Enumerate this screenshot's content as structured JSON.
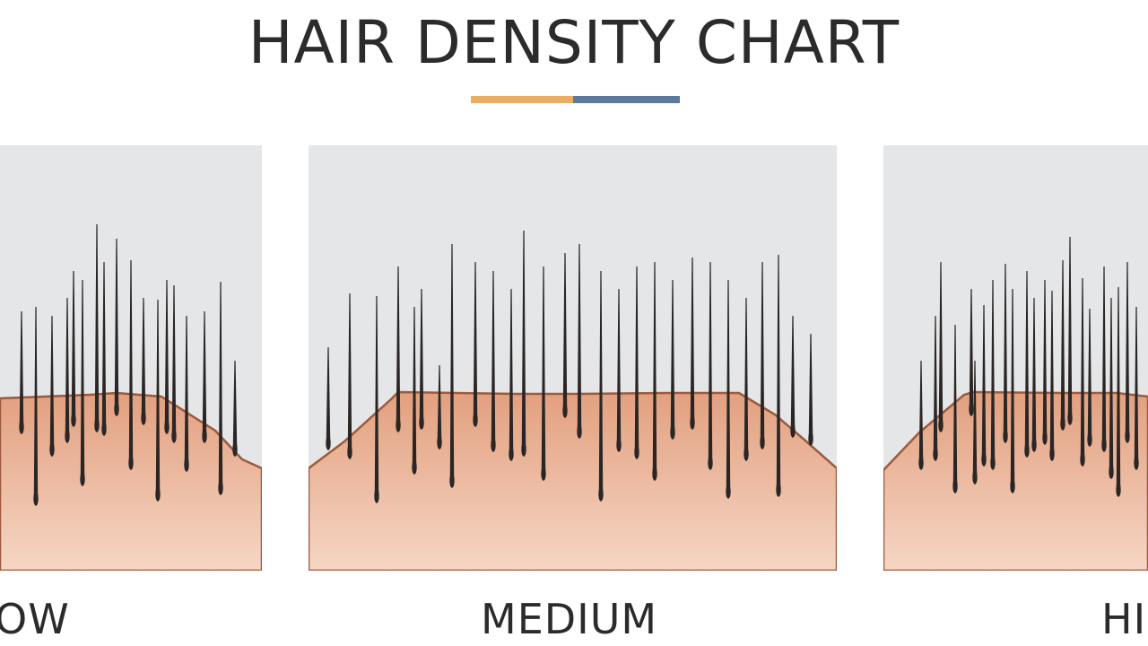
{
  "title": "HAIR DENSITY CHART",
  "colors": {
    "title_text": "#2b2b2b",
    "underline_left": "#e9ad66",
    "underline_right": "#5e7a9b",
    "sky": "#e4e6e7",
    "skin_top": "#e2a07f",
    "skin_bottom": "#f6d6c5",
    "skin_edge": "#9c5a3e",
    "hair": "#2a2626"
  },
  "panels": [
    {
      "label": "LOW",
      "visible_label": "OW",
      "hair_density": "low"
    },
    {
      "label": "MEDIUM",
      "visible_label": "MEDIUM",
      "hair_density": "medium"
    },
    {
      "label": "HIGH",
      "visible_label": "HI",
      "hair_density": "high"
    }
  ]
}
